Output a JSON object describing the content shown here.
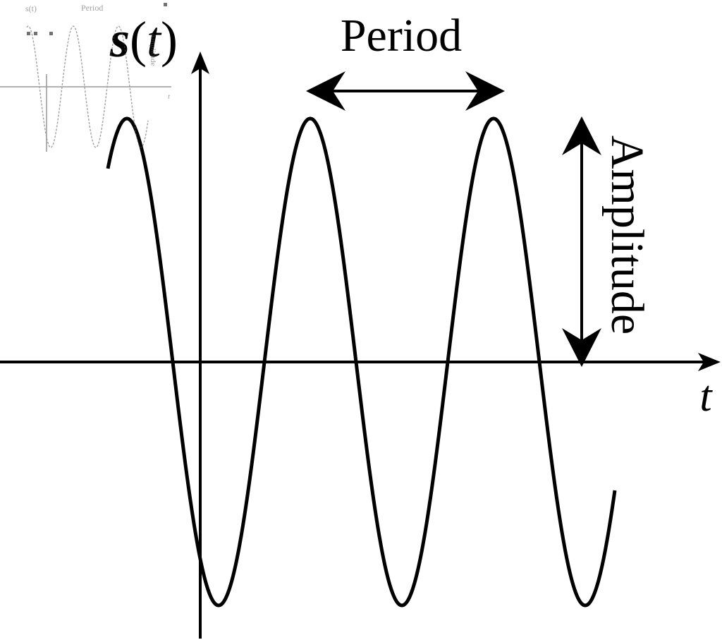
{
  "diagram": {
    "y_axis_label_func": "s",
    "y_axis_label_open": "(",
    "y_axis_label_var": "t",
    "y_axis_label_close": ")",
    "x_axis_label": "t",
    "period_label": "Period",
    "amplitude_label": "Amplitude"
  },
  "thumbnail": {
    "y_axis_label": "s(t)",
    "period_label": "Period",
    "amplitude_label": "Amplitude",
    "x_axis_label": "t"
  },
  "colors": {
    "stroke": "#000000",
    "background": "#ffffff"
  }
}
